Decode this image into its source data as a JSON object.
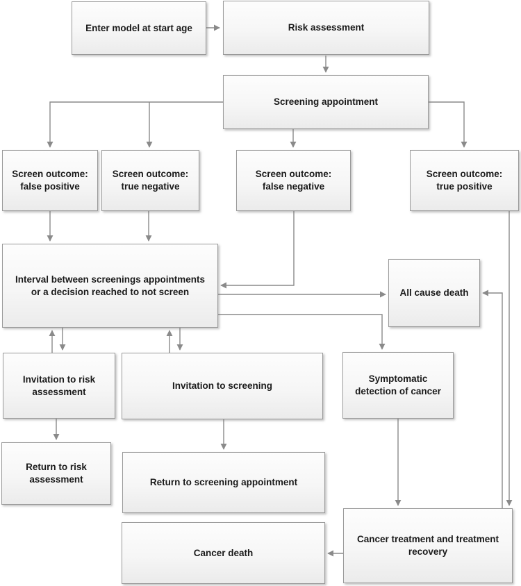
{
  "diagram": {
    "type": "flowchart",
    "nodes": {
      "enter_model": "Enter model at start age",
      "risk_assessment": "Risk assessment",
      "screening_appointment": "Screening appointment",
      "screen_false_positive": "Screen outcome:\nfalse positive",
      "screen_true_negative": "Screen outcome:\ntrue negative",
      "screen_false_negative": "Screen outcome:\nfalse negative",
      "screen_true_positive": "Screen outcome:\ntrue positive",
      "interval": "Interval between screenings appointments\nor a decision reached to not screen",
      "all_cause_death": "All cause death",
      "invitation_risk": "Invitation to risk\nassessment",
      "invitation_screening": "Invitation to screening",
      "symptomatic_detection": "Symptomatic\ndetection of cancer",
      "return_risk": "Return to risk\nassessment",
      "return_screening": "Return to screening appointment",
      "cancer_death": "Cancer death",
      "cancer_treatment": "Cancer treatment and treatment\nrecovery"
    },
    "edges": [
      {
        "from": "enter_model",
        "to": "risk_assessment"
      },
      {
        "from": "risk_assessment",
        "to": "screening_appointment"
      },
      {
        "from": "screening_appointment",
        "to": "screen_false_positive"
      },
      {
        "from": "screening_appointment",
        "to": "screen_true_negative"
      },
      {
        "from": "screening_appointment",
        "to": "screen_false_negative"
      },
      {
        "from": "screening_appointment",
        "to": "screen_true_positive"
      },
      {
        "from": "screen_false_positive",
        "to": "interval"
      },
      {
        "from": "screen_true_negative",
        "to": "interval"
      },
      {
        "from": "screen_false_negative",
        "to": "interval"
      },
      {
        "from": "screen_true_positive",
        "to": "cancer_treatment"
      },
      {
        "from": "interval",
        "to": "all_cause_death"
      },
      {
        "from": "interval",
        "to": "symptomatic_detection"
      },
      {
        "from": "interval",
        "to": "invitation_risk",
        "bidirectional": true
      },
      {
        "from": "interval",
        "to": "invitation_screening",
        "bidirectional": true
      },
      {
        "from": "invitation_risk",
        "to": "return_risk"
      },
      {
        "from": "invitation_screening",
        "to": "return_screening"
      },
      {
        "from": "symptomatic_detection",
        "to": "cancer_treatment"
      },
      {
        "from": "cancer_treatment",
        "to": "all_cause_death"
      },
      {
        "from": "cancer_treatment",
        "to": "cancer_death"
      }
    ],
    "colors": {
      "box_border": "#9a9a9a",
      "box_fill_top": "#fdfdfd",
      "box_fill_bottom": "#ebebeb",
      "arrow": "#8a8a8a",
      "text": "#1a1a1a",
      "background": "#ffffff"
    }
  }
}
